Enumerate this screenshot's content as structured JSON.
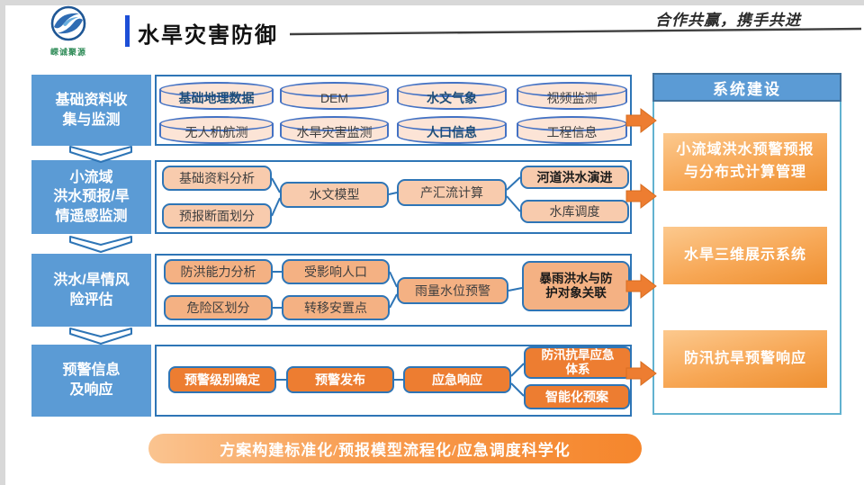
{
  "header": {
    "logo_text": "嵘诚聚源",
    "title": "水旱灾害防御",
    "slogan": "合作共赢，携手共进"
  },
  "flow": {
    "rows": [
      {
        "label": "基础资料收\n集与监测",
        "items": [
          {
            "text": "基础地理数据",
            "emphasis": true
          },
          {
            "text": "DEM",
            "emphasis": false
          },
          {
            "text": "水文气象",
            "emphasis": true
          },
          {
            "text": "视频监测",
            "emphasis": false
          },
          {
            "text": "无人机航测",
            "emphasis": false
          },
          {
            "text": "水旱灾害监测",
            "emphasis": false
          },
          {
            "text": "人口信息",
            "emphasis": true
          },
          {
            "text": "工程信息",
            "emphasis": false
          }
        ]
      },
      {
        "label": "小流域\n洪水预报/旱\n情遥感监测",
        "items": [
          {
            "text": "基础资料分析",
            "emphasis": false
          },
          {
            "text": "预报断面划分",
            "emphasis": false
          },
          {
            "text": "水文模型",
            "emphasis": false
          },
          {
            "text": "产汇流计算",
            "emphasis": false
          },
          {
            "text": "河道洪水演进",
            "emphasis": true
          },
          {
            "text": "水库调度",
            "emphasis": false
          }
        ]
      },
      {
        "label": "洪水/旱情风\n险评估",
        "items": [
          {
            "text": "防洪能力分析",
            "emphasis": false
          },
          {
            "text": "受影响人口",
            "emphasis": false
          },
          {
            "text": "危险区划分",
            "emphasis": false
          },
          {
            "text": "转移安置点",
            "emphasis": false
          },
          {
            "text": "雨量水位预警",
            "emphasis": false
          },
          {
            "text": "暴雨洪水与防\n护对象关联",
            "emphasis": true
          }
        ]
      },
      {
        "label": "预警信息\n及响应",
        "items": [
          {
            "text": "预警级别确定",
            "emphasis": false
          },
          {
            "text": "预警发布",
            "emphasis": false
          },
          {
            "text": "应急响应",
            "emphasis": false
          },
          {
            "text": "防汛抗旱应急\n体系",
            "emphasis": false
          },
          {
            "text": "智能化预案",
            "emphasis": false
          }
        ]
      }
    ]
  },
  "side_panel": {
    "title": "系统建设",
    "items": [
      "小流域洪水预警预报\n与分布式计算管理",
      "水旱三维展示系统",
      "防汛抗旱预警响应"
    ]
  },
  "footer": {
    "banner": "方案构建标准化/预报模型流程化/应急调度科学化"
  },
  "colors": {
    "accent_blue": "#5b9bd5",
    "border_blue": "#2e75b6",
    "panel_border": "#62b2d0",
    "cyl_fill": "#fce4d6",
    "cyl_stroke": "#4472c4",
    "box_light": "#f8cbad",
    "box_mid": "#f4b183",
    "box_solid": "#ed7d31",
    "arrow_orange": "#ed7d31",
    "title_bar": "#1d4fd7",
    "logo_green": "#2e8b57",
    "em_blue": "#1f4e79"
  }
}
